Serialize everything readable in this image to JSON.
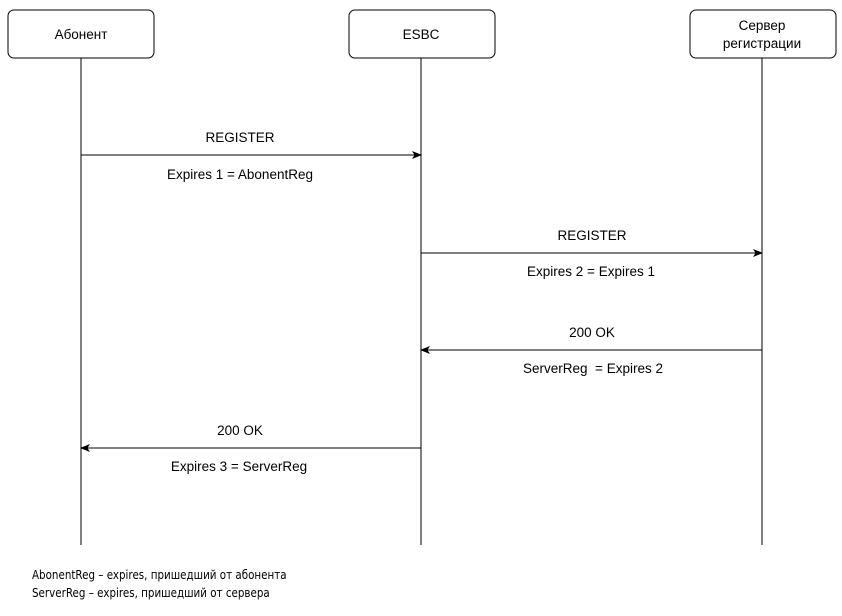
{
  "participants": [
    {
      "lines": [
        "Абонент"
      ]
    },
    {
      "lines": [
        "ESBC"
      ]
    },
    {
      "lines": [
        "Сервер",
        "регистрации"
      ]
    }
  ],
  "messages": [
    {
      "from": 0,
      "to": 1,
      "label": "REGISTER",
      "sublabel": "Expires 1 = AbonentReg"
    },
    {
      "from": 1,
      "to": 2,
      "label": "REGISTER",
      "sublabel": "Expires 2 = Expires 1"
    },
    {
      "from": 2,
      "to": 1,
      "label": "200 OK",
      "sublabel": "ServerReg  = Expires 2"
    },
    {
      "from": 1,
      "to": 0,
      "label": "200 OK",
      "sublabel": "Expires 3 = ServerReg"
    }
  ],
  "notes": [
    "AbonentReg – expires, пришедший от абонента",
    "ServerReg – expires, пришедший от сервера"
  ]
}
